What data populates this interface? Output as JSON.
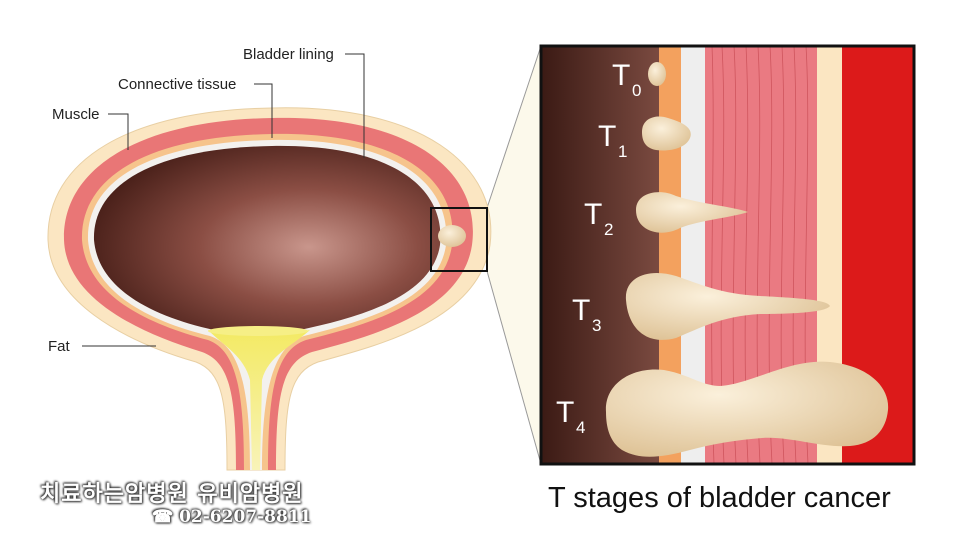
{
  "labels": {
    "bladder_lining": "Bladder lining",
    "connective_tissue": "Connective tissue",
    "muscle": "Muscle",
    "fat": "Fat"
  },
  "stages": [
    {
      "letter": "T",
      "sub": "0"
    },
    {
      "letter": "T",
      "sub": "1"
    },
    {
      "letter": "T",
      "sub": "2"
    },
    {
      "letter": "T",
      "sub": "3"
    },
    {
      "letter": "T",
      "sub": "4"
    }
  ],
  "caption": "T stages of bladder cancer",
  "watermark": {
    "name": "치료하는암병원 유비암병원",
    "phone": "☎ 02-6207-8811"
  },
  "colors": {
    "cavity_dark": "#4a1f18",
    "cavity_light": "#b07a70",
    "fat": "#fbe6c2",
    "muscle": "#e97676",
    "connective": "#f6c48c",
    "lining": "#f3f1ee",
    "urine": "#f0e45a",
    "tumor": "#f1dcb6",
    "frame": "#111111",
    "deep_red": "#dc1a1a"
  }
}
